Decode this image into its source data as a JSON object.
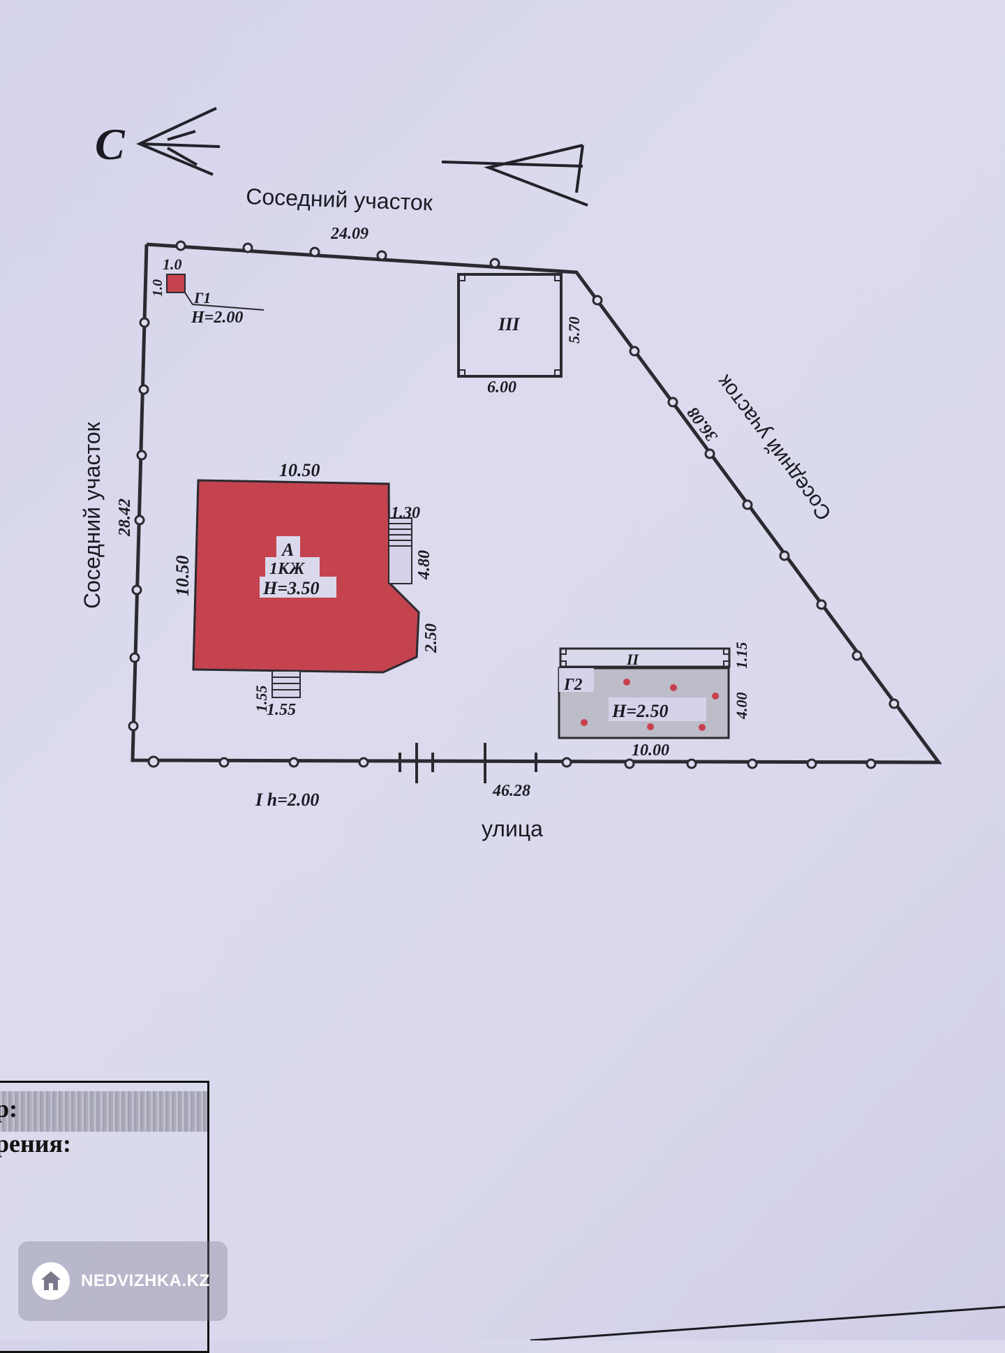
{
  "compass": {
    "letter": "С"
  },
  "neighbors": {
    "top": "Соседний участок",
    "left": "Соседний участок",
    "right": "Соседний участок"
  },
  "street": "улица",
  "boundary": {
    "top": "24.09",
    "left": "28.42",
    "right": "36.08",
    "bottom": "46.28",
    "fence": "I h=2.00"
  },
  "building_a": {
    "letter": "А",
    "material": "1КЖ",
    "height": "Н=3.50",
    "width": "10.50",
    "depth": "10.50",
    "stair_right_w": "1.30",
    "stair_right_len": "4.80",
    "corner": "2.50",
    "stair_bottom_h": "1.55",
    "stair_bottom_w": "1.55"
  },
  "g1": {
    "id": "Г1",
    "height": "Н=2.00",
    "w": "1.0",
    "h": "1.0"
  },
  "iii": {
    "id": "III",
    "w": "6.00",
    "h": "5.70"
  },
  "g2": {
    "id": "Г2",
    "height": "Н=2.50",
    "w": "10.00",
    "h": "4.00",
    "ii": "II",
    "ii_h": "1.15"
  },
  "legend": {
    "line1": "р:",
    "line2": "рения:"
  },
  "watermark": {
    "brand": "NEDVIZHKA.KZ",
    "icon": "house-icon"
  },
  "colors": {
    "building": "#c4434e",
    "line": "#222228",
    "dots": "#c84050"
  }
}
